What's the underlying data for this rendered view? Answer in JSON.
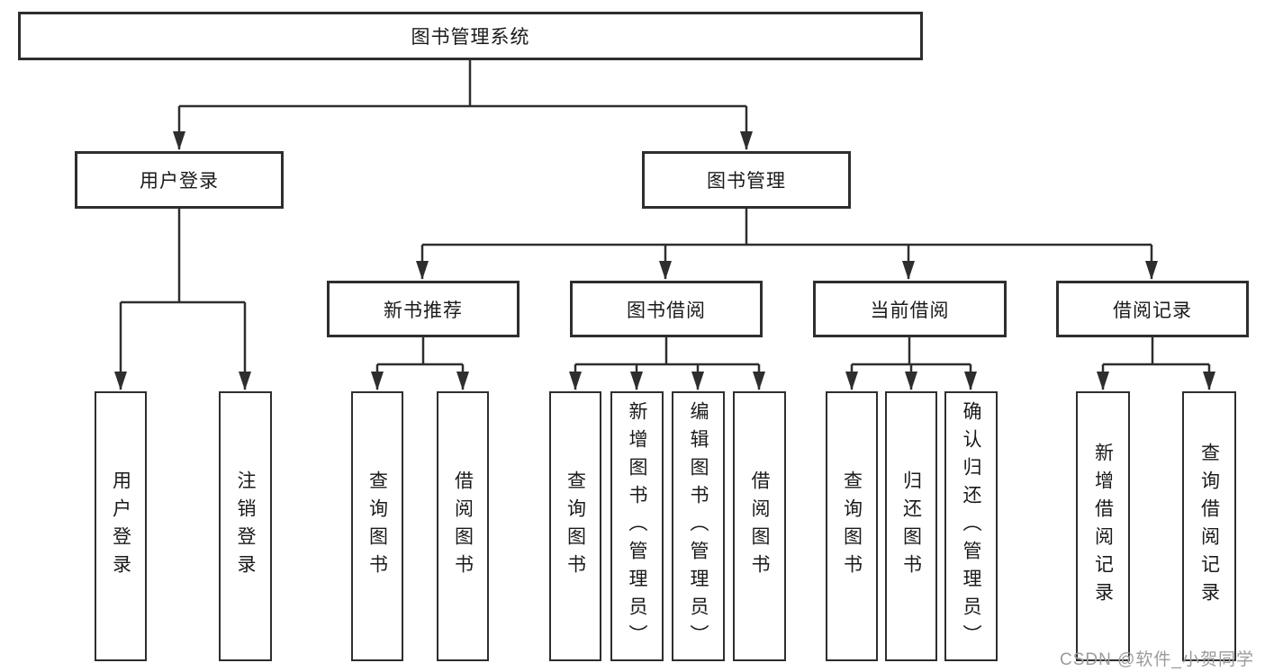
{
  "colors": {
    "line": "#2e2e2e",
    "text": "#1a1a1a",
    "watermark": "#9b9b9b",
    "background": "#ffffff"
  },
  "tree": {
    "root": "图书管理系统",
    "branches": [
      {
        "label": "用户登录",
        "children": [
          "用户登录",
          "注销登录"
        ]
      },
      {
        "label": "图书管理",
        "sections": [
          {
            "label": "新书推荐",
            "children": [
              "查询图书",
              "借阅图书"
            ]
          },
          {
            "label": "图书借阅",
            "children": [
              "查询图书",
              "新增图书（管理员）",
              "编辑图书（管理员）",
              "借阅图书"
            ]
          },
          {
            "label": "当前借阅",
            "children": [
              "查询图书",
              "归还图书",
              "确认归还（管理员）"
            ]
          },
          {
            "label": "借阅记录",
            "children": [
              "新增借阅记录",
              "查询借阅记录"
            ]
          }
        ]
      }
    ]
  },
  "watermark": "CSDN @软件_小贺同学"
}
